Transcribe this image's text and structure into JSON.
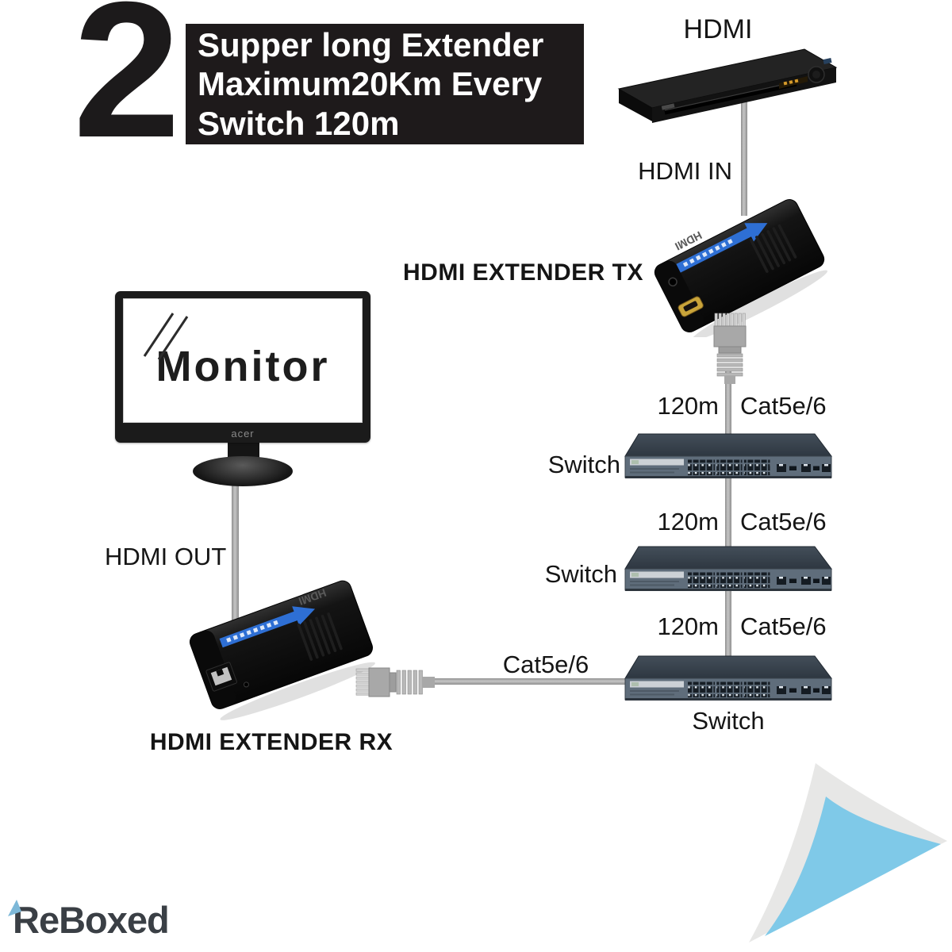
{
  "header": {
    "step_number": "2",
    "line1": "Supper long Extender",
    "line2": "Maximum20Km Every",
    "line3": "Switch 120m"
  },
  "source": {
    "label": "HDMI"
  },
  "tx": {
    "input_label": "HDMI IN",
    "name": "HDMI EXTENDER TX",
    "side_text": "HDMI"
  },
  "rx": {
    "output_label": "HDMI OUT",
    "name": "HDMI EXTENDER RX",
    "side_text": "HDMI"
  },
  "monitor": {
    "screen_text": "Monitor",
    "brand": "acer"
  },
  "links": [
    {
      "distance": "120m",
      "cable": "Cat5e/6"
    },
    {
      "distance": "120m",
      "cable": "Cat5e/6"
    },
    {
      "distance": "120m",
      "cable": "Cat5e/6"
    }
  ],
  "switches": [
    {
      "label": "Switch"
    },
    {
      "label": "Switch"
    },
    {
      "label": "Switch"
    }
  ],
  "rx_link": {
    "cable": "Cat5e/6"
  },
  "footer": {
    "brand": "ReBoxed"
  },
  "colors": {
    "stripe_blue": "#2e6fd4",
    "curl_blue": "#7fc9e8",
    "cable_gray": "#b0b0b0",
    "switch_top": "#39434e",
    "switch_front": "#5f6d7b",
    "banner_black": "#1e1a1b"
  }
}
